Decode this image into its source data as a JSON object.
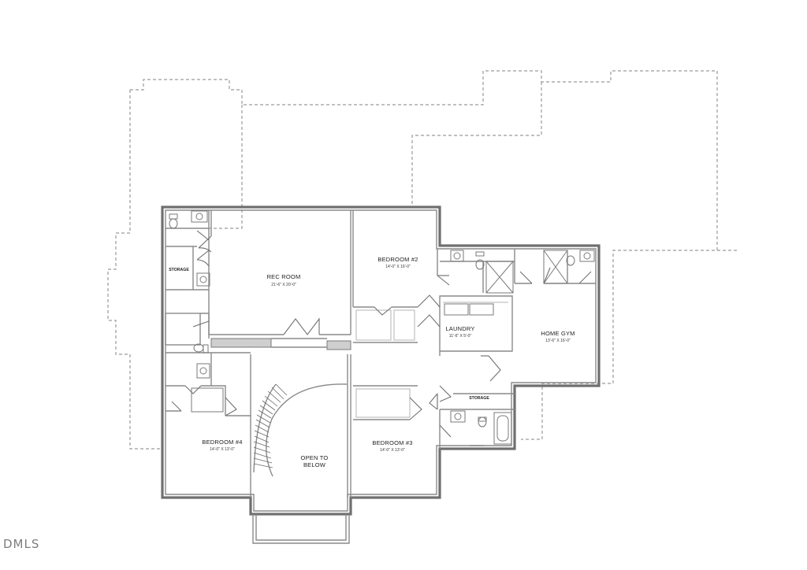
{
  "rooms": {
    "rec_room": {
      "name": "REC ROOM",
      "dims": "21'-6\" X 20'-0\""
    },
    "bedroom_2": {
      "name": "BEDROOM #2",
      "dims": "14'-0\" X 16'-0\""
    },
    "laundry": {
      "name": "LAUNDRY",
      "dims": "11'-6\" X 5'-0\""
    },
    "home_gym": {
      "name": "HOME GYM",
      "dims": "13'-6\" X 16'-0\""
    },
    "storage_left": {
      "name": "STORAGE"
    },
    "storage_right": {
      "name": "STORAGE"
    },
    "bedroom_4": {
      "name": "BEDROOM #4",
      "dims": "14'-0\" X 13'-0\""
    },
    "bedroom_3": {
      "name": "BEDROOM #3",
      "dims": "14'-0\" X 13'-0\""
    },
    "open_to_below": {
      "line1": "OPEN TO",
      "line2": "BELOW"
    }
  },
  "watermark": "DMLS"
}
